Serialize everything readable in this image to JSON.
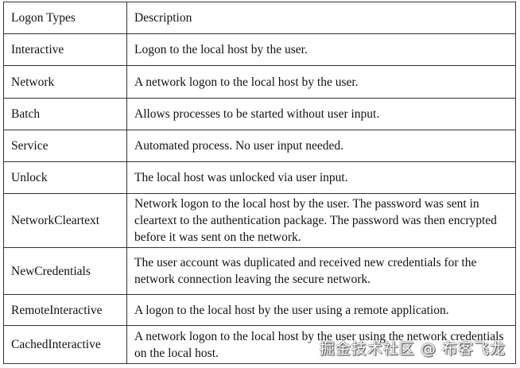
{
  "table": {
    "headers": [
      "Logon Types",
      "Description"
    ],
    "rows": [
      {
        "type": "Interactive",
        "description": "Logon to the local host by the user."
      },
      {
        "type": "Network",
        "description": "A network logon to the local host by the user."
      },
      {
        "type": "Batch",
        "description": "Allows processes to be started without user input."
      },
      {
        "type": "Service",
        "description": "Automated process. No user input needed."
      },
      {
        "type": "Unlock",
        "description": "The local host was unlocked via user input."
      },
      {
        "type": "NetworkCleartext",
        "description": "Network logon to the local host by the user. The password was sent in cleartext to the authentication package. The password was then encrypted before it was sent on the network."
      },
      {
        "type": "NewCredentials",
        "description": "The user account was duplicated and received new credentials for the network connection leaving the secure network."
      },
      {
        "type": "RemoteInteractive",
        "description": "A logon to the local host by the user using a remote application."
      },
      {
        "type": "CachedInteractive",
        "description": "A network logon to the local host by the user using the network credentials on the local host."
      }
    ]
  },
  "watermark": "掘金技术社区 @ 布客飞龙"
}
